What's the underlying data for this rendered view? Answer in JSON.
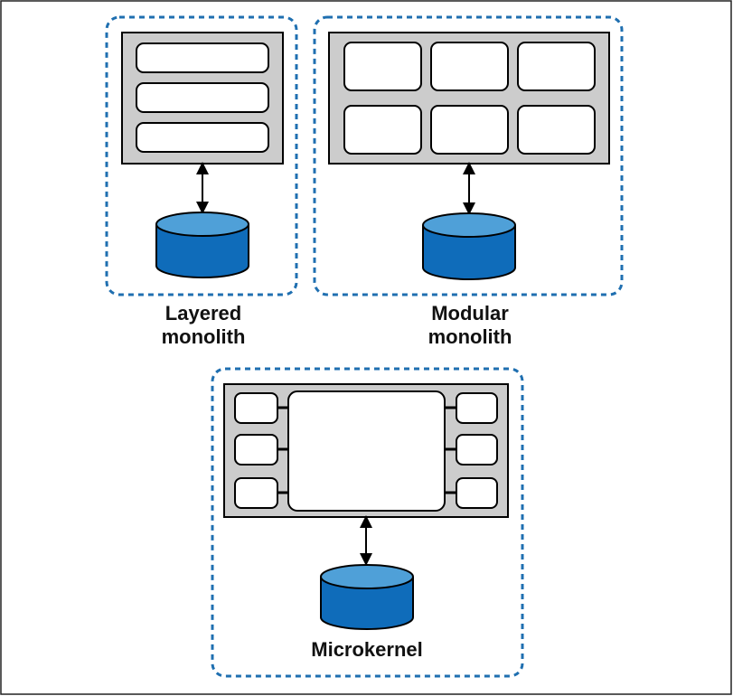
{
  "diagram": {
    "colors": {
      "border": "#1f6fb0",
      "panel_fill": "#cccccc",
      "db_top": "#4fa0d8",
      "db_body": "#0f6cba",
      "stroke": "#000000"
    },
    "layered": {
      "label": "Layered\nmonolith"
    },
    "modular": {
      "label": "Modular\nmonolith"
    },
    "microkernel": {
      "label": "Microkernel"
    }
  }
}
